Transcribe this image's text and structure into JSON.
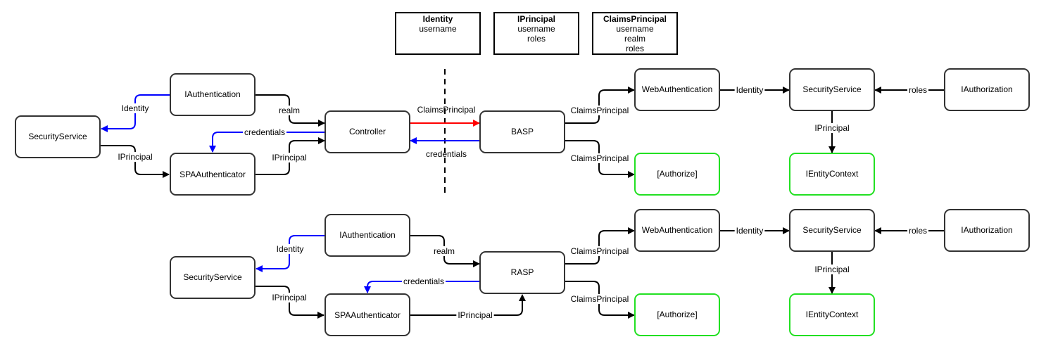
{
  "legend": [
    {
      "title": "Identity",
      "fields": [
        "username"
      ]
    },
    {
      "title": "IPrincipal",
      "fields": [
        "username",
        "roles"
      ]
    },
    {
      "title": "ClaimsPrincipal",
      "fields": [
        "username",
        "realm",
        "roles"
      ]
    }
  ],
  "colors": {
    "default_edge": "#000000",
    "blue_edge": "#0000ff",
    "red_edge": "#ff0000",
    "highlight_border": "#22e022",
    "node_border": "#333333"
  },
  "nodes": {
    "t_sec": {
      "label": "SecurityService"
    },
    "t_iauth": {
      "label": "IAuthentication"
    },
    "t_spa": {
      "label": "SPAAuthenticator"
    },
    "t_ctrl": {
      "label": "Controller"
    },
    "t_basp": {
      "label": "BASP"
    },
    "t_web": {
      "label": "WebAuthentication"
    },
    "t_authz": {
      "label": "[Authorize]",
      "highlight": true
    },
    "t_sec2": {
      "label": "SecurityService"
    },
    "t_ient": {
      "label": "IEntityContext",
      "highlight": true
    },
    "t_iauthz": {
      "label": "IAuthorization"
    },
    "b_iauth": {
      "label": "IAuthentication"
    },
    "b_sec": {
      "label": "SecurityService"
    },
    "b_spa": {
      "label": "SPAAuthenticator"
    },
    "b_rasp": {
      "label": "RASP"
    },
    "b_web": {
      "label": "WebAuthentication"
    },
    "b_authz": {
      "label": "[Authorize]",
      "highlight": true
    },
    "b_sec2": {
      "label": "SecurityService"
    },
    "b_ient": {
      "label": "IEntityContext",
      "highlight": true
    },
    "b_iauthz": {
      "label": "IAuthorization"
    }
  },
  "edges": [
    {
      "id": "t1",
      "from": "IAuthentication",
      "to": "SecurityService",
      "label": "Identity",
      "color": "blue"
    },
    {
      "id": "t2",
      "from": "SecurityService",
      "to": "SPAAuthenticator",
      "label": "IPrincipal",
      "color": "black"
    },
    {
      "id": "t3",
      "from": "IAuthentication",
      "to": "Controller",
      "label": "realm",
      "color": "black"
    },
    {
      "id": "t4",
      "from": "Controller",
      "to": "SPAAuthenticator",
      "label": "credentials",
      "color": "blue"
    },
    {
      "id": "t5",
      "from": "SPAAuthenticator",
      "to": "Controller",
      "label": "IPrincipal",
      "color": "black"
    },
    {
      "id": "t6",
      "from": "Controller",
      "to": "BASP",
      "label": "ClaimsPrincipal",
      "color": "red"
    },
    {
      "id": "t7",
      "from": "BASP",
      "to": "Controller",
      "label": "credentials",
      "color": "blue"
    },
    {
      "id": "t8",
      "from": "BASP",
      "to": "WebAuthentication",
      "label": "ClaimsPrincipal",
      "color": "black"
    },
    {
      "id": "t9",
      "from": "BASP",
      "to": "[Authorize]",
      "label": "ClaimsPrincipal",
      "color": "black"
    },
    {
      "id": "t10",
      "from": "WebAuthentication",
      "to": "SecurityService",
      "label": "Identity",
      "color": "black"
    },
    {
      "id": "t11",
      "from": "IAuthorization",
      "to": "SecurityService",
      "label": "roles",
      "color": "black"
    },
    {
      "id": "t12",
      "from": "SecurityService",
      "to": "IEntityContext",
      "label": "IPrincipal",
      "color": "black"
    },
    {
      "id": "b1",
      "from": "IAuthentication",
      "to": "SecurityService",
      "label": "Identity",
      "color": "blue"
    },
    {
      "id": "b2",
      "from": "SecurityService",
      "to": "SPAAuthenticator",
      "label": "IPrincipal",
      "color": "black"
    },
    {
      "id": "b3",
      "from": "IAuthentication",
      "to": "RASP",
      "label": "realm",
      "color": "black"
    },
    {
      "id": "b4",
      "from": "RASP",
      "to": "SPAAuthenticator",
      "label": "credentials",
      "color": "blue"
    },
    {
      "id": "b5",
      "from": "SPAAuthenticator",
      "to": "RASP",
      "label": "IPrincipal",
      "color": "black"
    },
    {
      "id": "b6",
      "from": "RASP",
      "to": "WebAuthentication",
      "label": "ClaimsPrincipal",
      "color": "black"
    },
    {
      "id": "b7",
      "from": "RASP",
      "to": "[Authorize]",
      "label": "ClaimsPrincipal",
      "color": "black"
    },
    {
      "id": "b8",
      "from": "WebAuthentication",
      "to": "SecurityService",
      "label": "Identity",
      "color": "black"
    },
    {
      "id": "b9",
      "from": "IAuthorization",
      "to": "SecurityService",
      "label": "roles",
      "color": "black"
    },
    {
      "id": "b10",
      "from": "SecurityService",
      "to": "IEntityContext",
      "label": "IPrincipal",
      "color": "black"
    }
  ]
}
